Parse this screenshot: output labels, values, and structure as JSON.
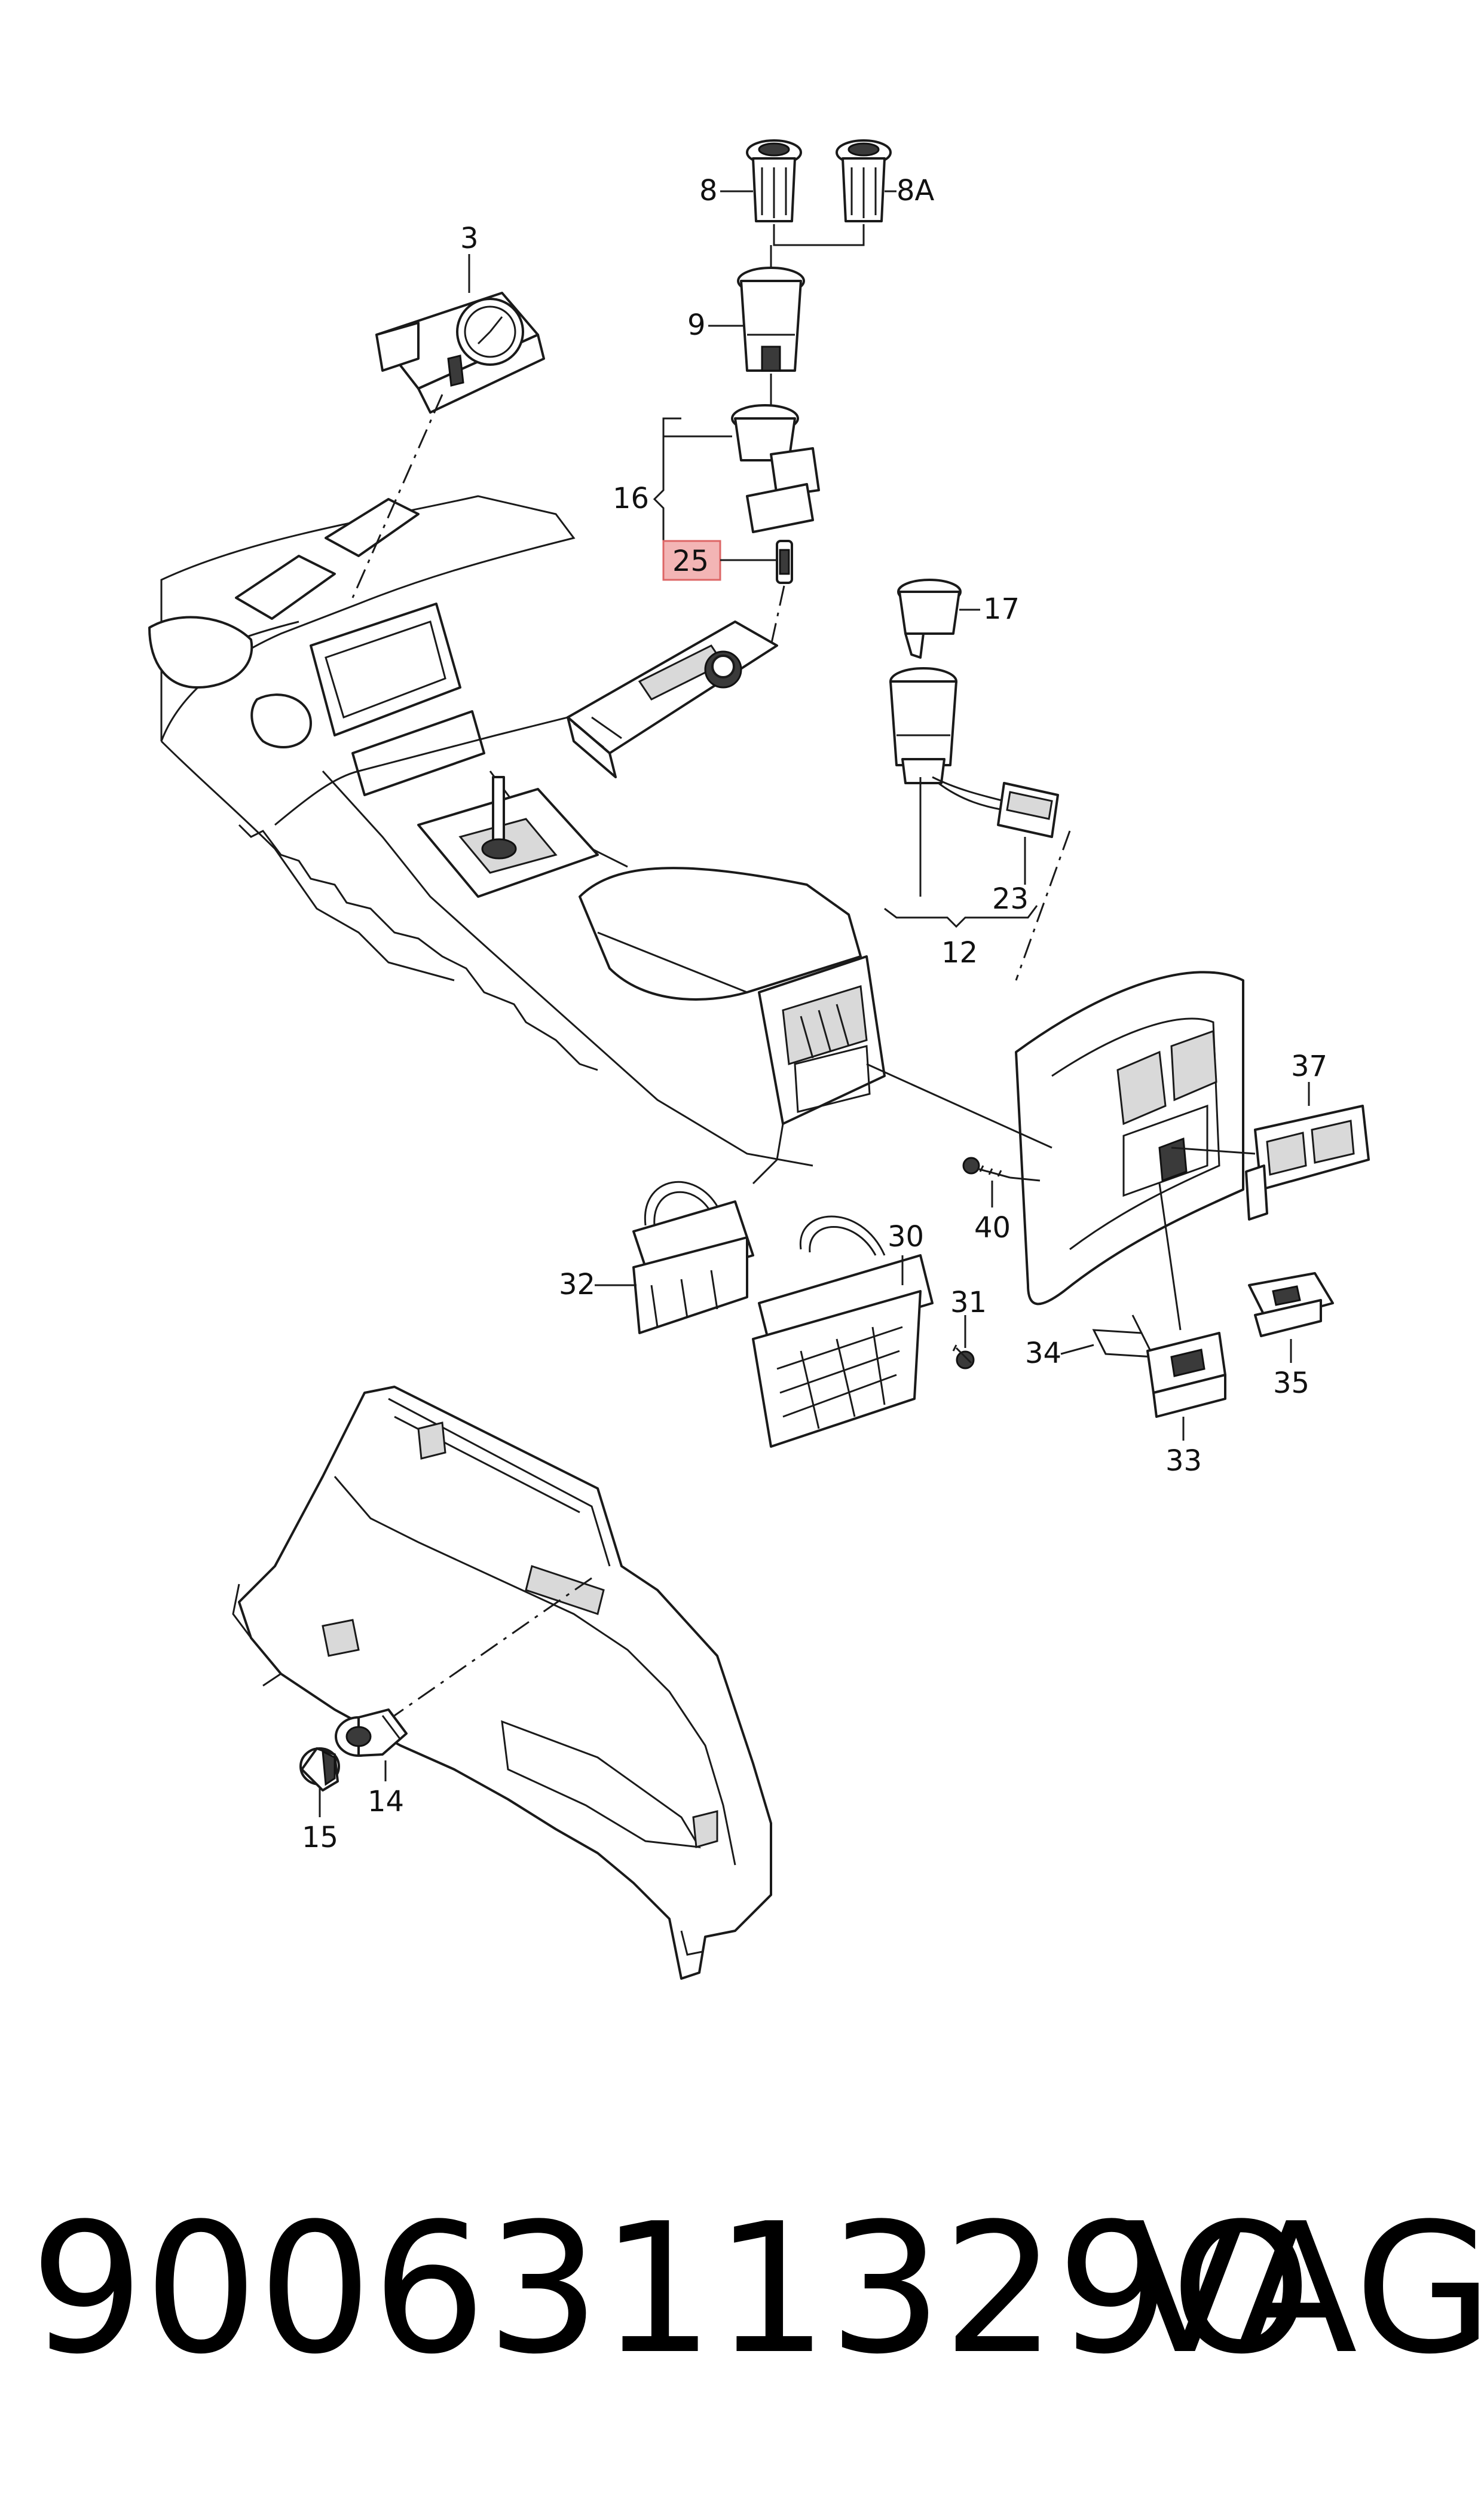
{
  "callouts": {
    "c3": "3",
    "c8": "8",
    "c8a": "8A",
    "c9": "9",
    "c16": "16",
    "c25": "25",
    "c17": "17",
    "c23": "23",
    "c12": "12",
    "c37": "37",
    "c40": "40",
    "c32": "32",
    "c30": "30",
    "c31": "31",
    "c34": "34",
    "c35": "35",
    "c33": "33",
    "c14": "14",
    "c15": "15"
  },
  "highlight_color": "#f3b5b5",
  "footer": {
    "part_number": "9006311329O",
    "brand": "VAG"
  }
}
